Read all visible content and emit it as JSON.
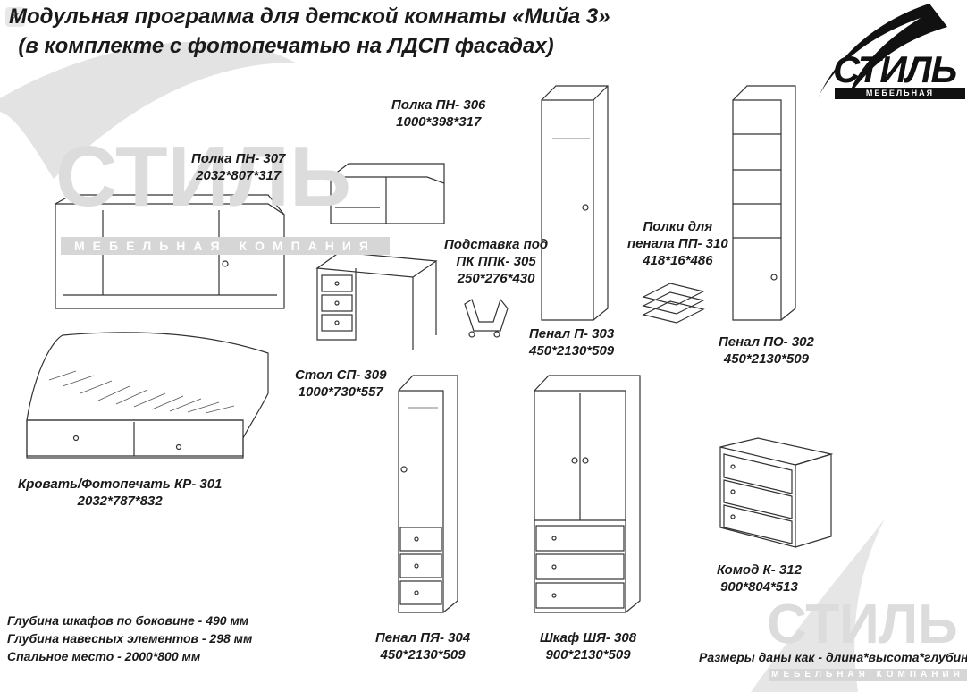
{
  "header": {
    "title_line1": "Модульная программа для детской комнаты «Мийа 3»",
    "title_line2": "(в комплекте с фотопечатью на ЛДСП фасадах)"
  },
  "logo": {
    "brand": "СТИЛЬ",
    "tagline": "МЕБЕЛЬНАЯ КОМПАНИЯ"
  },
  "watermarks": {
    "brand": "СТИЛЬ",
    "tagline": "МЕБЕЛЬНАЯ КОМПАНИЯ"
  },
  "items": {
    "shelf_307": {
      "name": "Полка ПН- 307",
      "size": "2032*807*317"
    },
    "shelf_306": {
      "name": "Полка ПН- 306",
      "size": "1000*398*317"
    },
    "stand_305": {
      "name_line1": "Подставка под",
      "name_line2": "ПК   ППК- 305",
      "size": "250*276*430"
    },
    "case_303": {
      "name": "Пенал П- 303",
      "size": "450*2130*509"
    },
    "shelves_310": {
      "name_line1": "Полки для",
      "name_line2": "пенала ПП- 310",
      "size": "418*16*486"
    },
    "case_302": {
      "name": "Пенал ПО- 302",
      "size": "450*2130*509"
    },
    "desk_309": {
      "name": "Стол СП- 309",
      "size": "1000*730*557"
    },
    "bed_301": {
      "name": "Кровать/Фотопечать  КР- 301",
      "size": "2032*787*832"
    },
    "case_304": {
      "name": "Пенал ПЯ- 304",
      "size": "450*2130*509"
    },
    "wardrobe_308": {
      "name": "Шкаф ШЯ- 308",
      "size": "900*2130*509"
    },
    "dresser_312": {
      "name": "Комод К- 312",
      "size": "900*804*513"
    }
  },
  "notes": [
    "Глубина шкафов по боковине - 490 мм",
    "Глубина навесных элементов - 298 мм",
    "Спальное место - 2000*800 мм"
  ],
  "sizes_note": "Размеры даны как - длина*высота*глубина",
  "icons": {
    "close": "close-icon",
    "logo": "swoosh-logo-icon"
  }
}
